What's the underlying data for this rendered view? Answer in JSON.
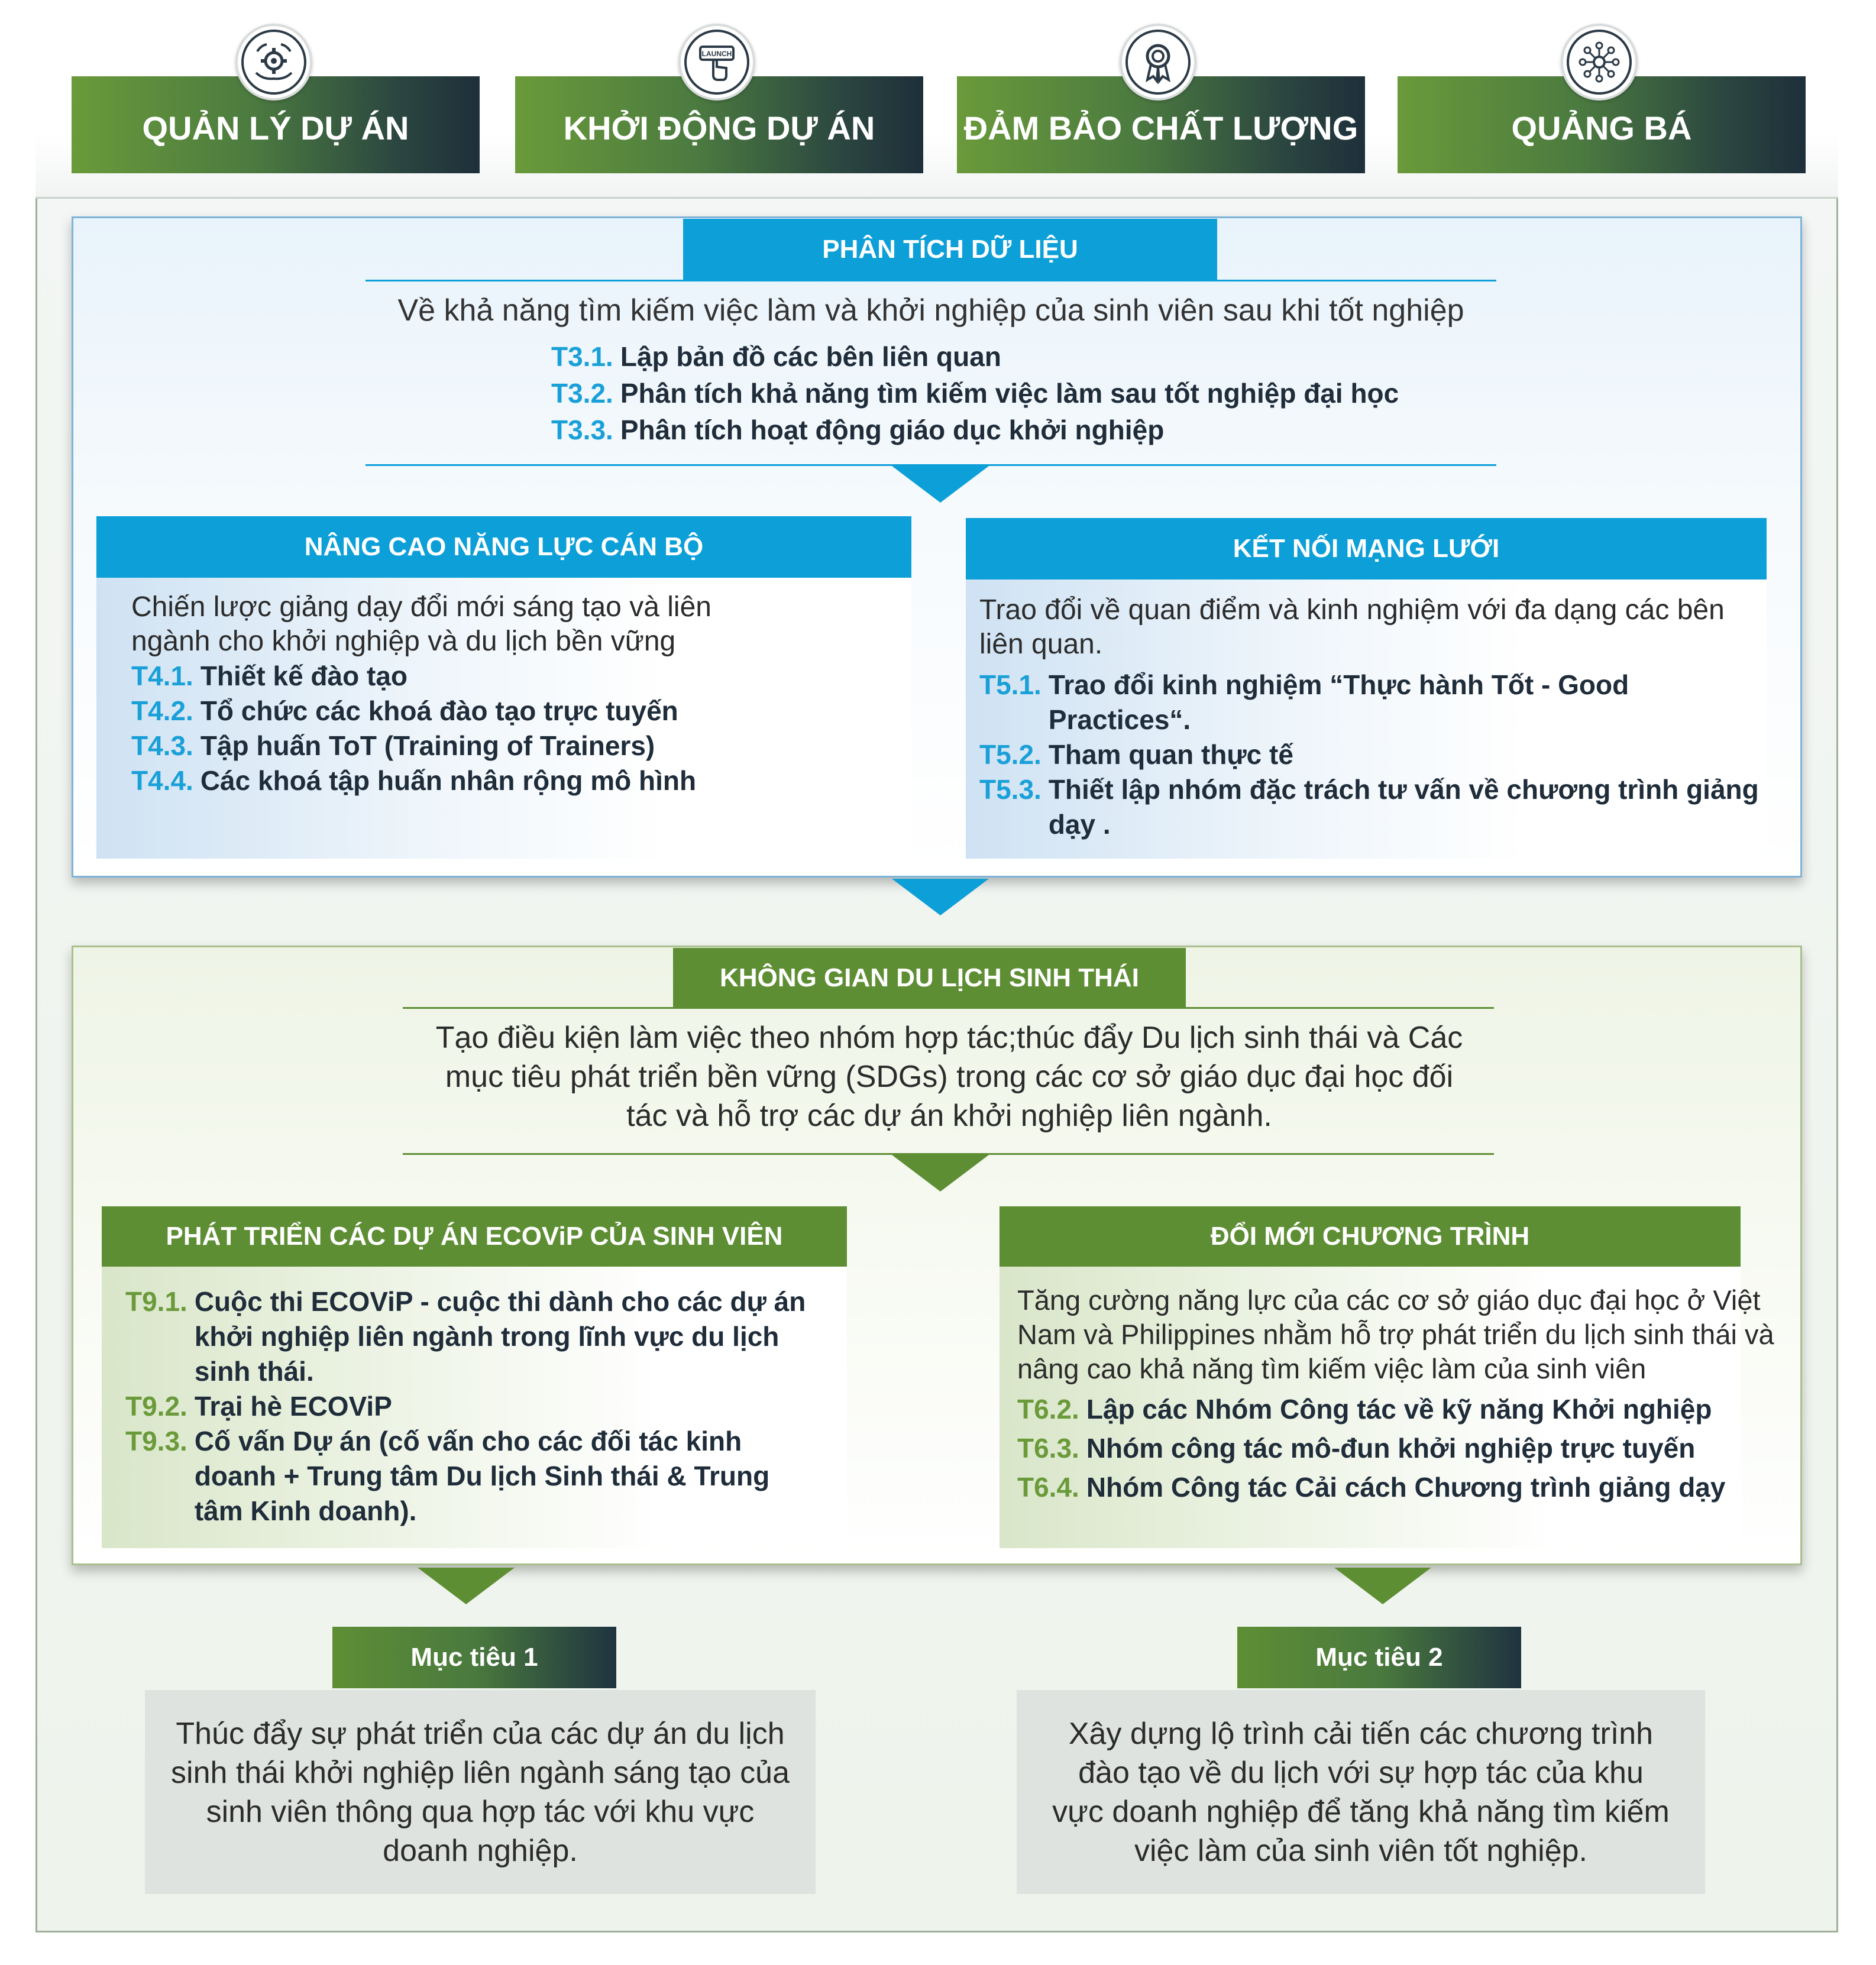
{
  "header": {
    "tabs": [
      {
        "label": "QUẢN LÝ DỰ ÁN",
        "icon": "gear-hands-icon"
      },
      {
        "label": "KHỞI ĐỘNG DỰ ÁN",
        "icon": "launch-icon",
        "icon_text": "LAUNCH"
      },
      {
        "label": "ĐẢM BẢO CHẤT LƯỢNG",
        "icon": "award-ribbon-icon"
      },
      {
        "label": "QUẢNG BÁ",
        "icon": "network-icon"
      }
    ]
  },
  "data_analysis": {
    "title": "PHÂN TÍCH DỮ LIỆU",
    "subtitle": "Về khả năng tìm kiếm việc làm và khởi nghiệp của sinh viên sau khi tốt nghiệp",
    "items": [
      {
        "code": "T3.1.",
        "text": "Lập bản đồ các bên liên quan"
      },
      {
        "code": "T3.2.",
        "text": "Phân tích khả năng tìm kiếm việc làm sau tốt nghiệp đại học"
      },
      {
        "code": "T3.3.",
        "text": "Phân tích hoạt động giáo dục khởi nghiệp"
      }
    ]
  },
  "capacity": {
    "title": "NÂNG CAO NĂNG LỰC CÁN BỘ",
    "intro": "Chiến lược giảng dạy đổi mới sáng tạo và liên ngành cho khởi nghiệp và du lịch bền vững",
    "items": [
      {
        "code": "T4.1.",
        "text": "Thiết kế đào tạo"
      },
      {
        "code": "T4.2.",
        "text": "Tổ chức các khoá đào tạo trực tuyến"
      },
      {
        "code": "T4.3.",
        "text": "Tập huấn ToT (Training of Trainers)"
      },
      {
        "code": "T4.4.",
        "text": "Các khoá tập huấn nhân rộng mô hình"
      }
    ]
  },
  "network": {
    "title": "KẾT NỐI MẠNG LƯỚI",
    "intro": "Trao đổi về quan điểm và kinh nghiệm với đa dạng các bên liên quan.",
    "items": [
      {
        "code": "T5.1.",
        "text": "Trao đổi kinh nghiệm “Thực hành Tốt - Good Practices“."
      },
      {
        "code": "T5.2.",
        "text": "Tham quan thực tế"
      },
      {
        "code": "T5.3.",
        "text": "Thiết lập nhóm đặc trách tư vấn về chương trình giảng dạy ."
      }
    ]
  },
  "eco_space": {
    "title": "KHÔNG GIAN DU LỊCH SINH THÁI",
    "subtitle": "Tạo điều kiện làm việc theo nhóm hợp tác;thúc đẩy Du lịch sinh thái và Các mục tiêu phát triển bền vững (SDGs) trong các cơ sở giáo dục đại học đối tác và hỗ trợ các dự án khởi nghiệp liên ngành."
  },
  "ecovip": {
    "title": "PHÁT TRIỂN CÁC DỰ ÁN ECOViP CỦA SINH VIÊN",
    "items": [
      {
        "code": "T9.1.",
        "text": "Cuộc thi ECOViP - cuộc thi dành cho các dự án khởi nghiệp liên ngành trong lĩnh vực du lịch sinh thái."
      },
      {
        "code": "T9.2.",
        "text": "Trại hè ECOViP"
      },
      {
        "code": "T9.3.",
        "text": "Cố vấn Dự án (cố vấn cho các đối tác kinh doanh + Trung tâm Du lịch Sinh thái & Trung tâm Kinh doanh)."
      }
    ]
  },
  "curriculum": {
    "title": "ĐỔI MỚI CHƯƠNG TRÌNH",
    "intro": "Tăng cường năng lực của các cơ sở giáo dục đại học ở Việt Nam và Philippines nhằm hỗ trợ phát triển du lịch sinh thái và nâng cao khả năng tìm kiếm việc làm của sinh viên",
    "items": [
      {
        "code": "T6.2.",
        "text": "Lập các Nhóm Công tác về kỹ năng Khởi nghiệp"
      },
      {
        "code": "T6.3.",
        "text": "Nhóm công tác mô-đun khởi nghiệp trực tuyến"
      },
      {
        "code": "T6.4.",
        "text": "Nhóm Công tác Cải cách Chương trình giảng dạy"
      }
    ]
  },
  "goals": [
    {
      "title": "Mục tiêu 1",
      "text": "Thúc đẩy sự phát triển của các dự án du lịch sinh thái khởi nghiệp liên ngành sáng tạo của sinh viên thông qua hợp tác với khu vực doanh nghiệp."
    },
    {
      "title": "Mục tiêu 2",
      "text": "Xây dựng lộ trình cải tiến các chương trình đào tạo về du lịch với sự hợp tác của khu vực doanh nghiệp để tăng khả năng tìm kiếm việc làm của sinh viên tốt nghiệp."
    }
  ],
  "colors": {
    "blue": "#0d9fd8",
    "green": "#5e8e34",
    "navy": "#1f2c3a"
  }
}
